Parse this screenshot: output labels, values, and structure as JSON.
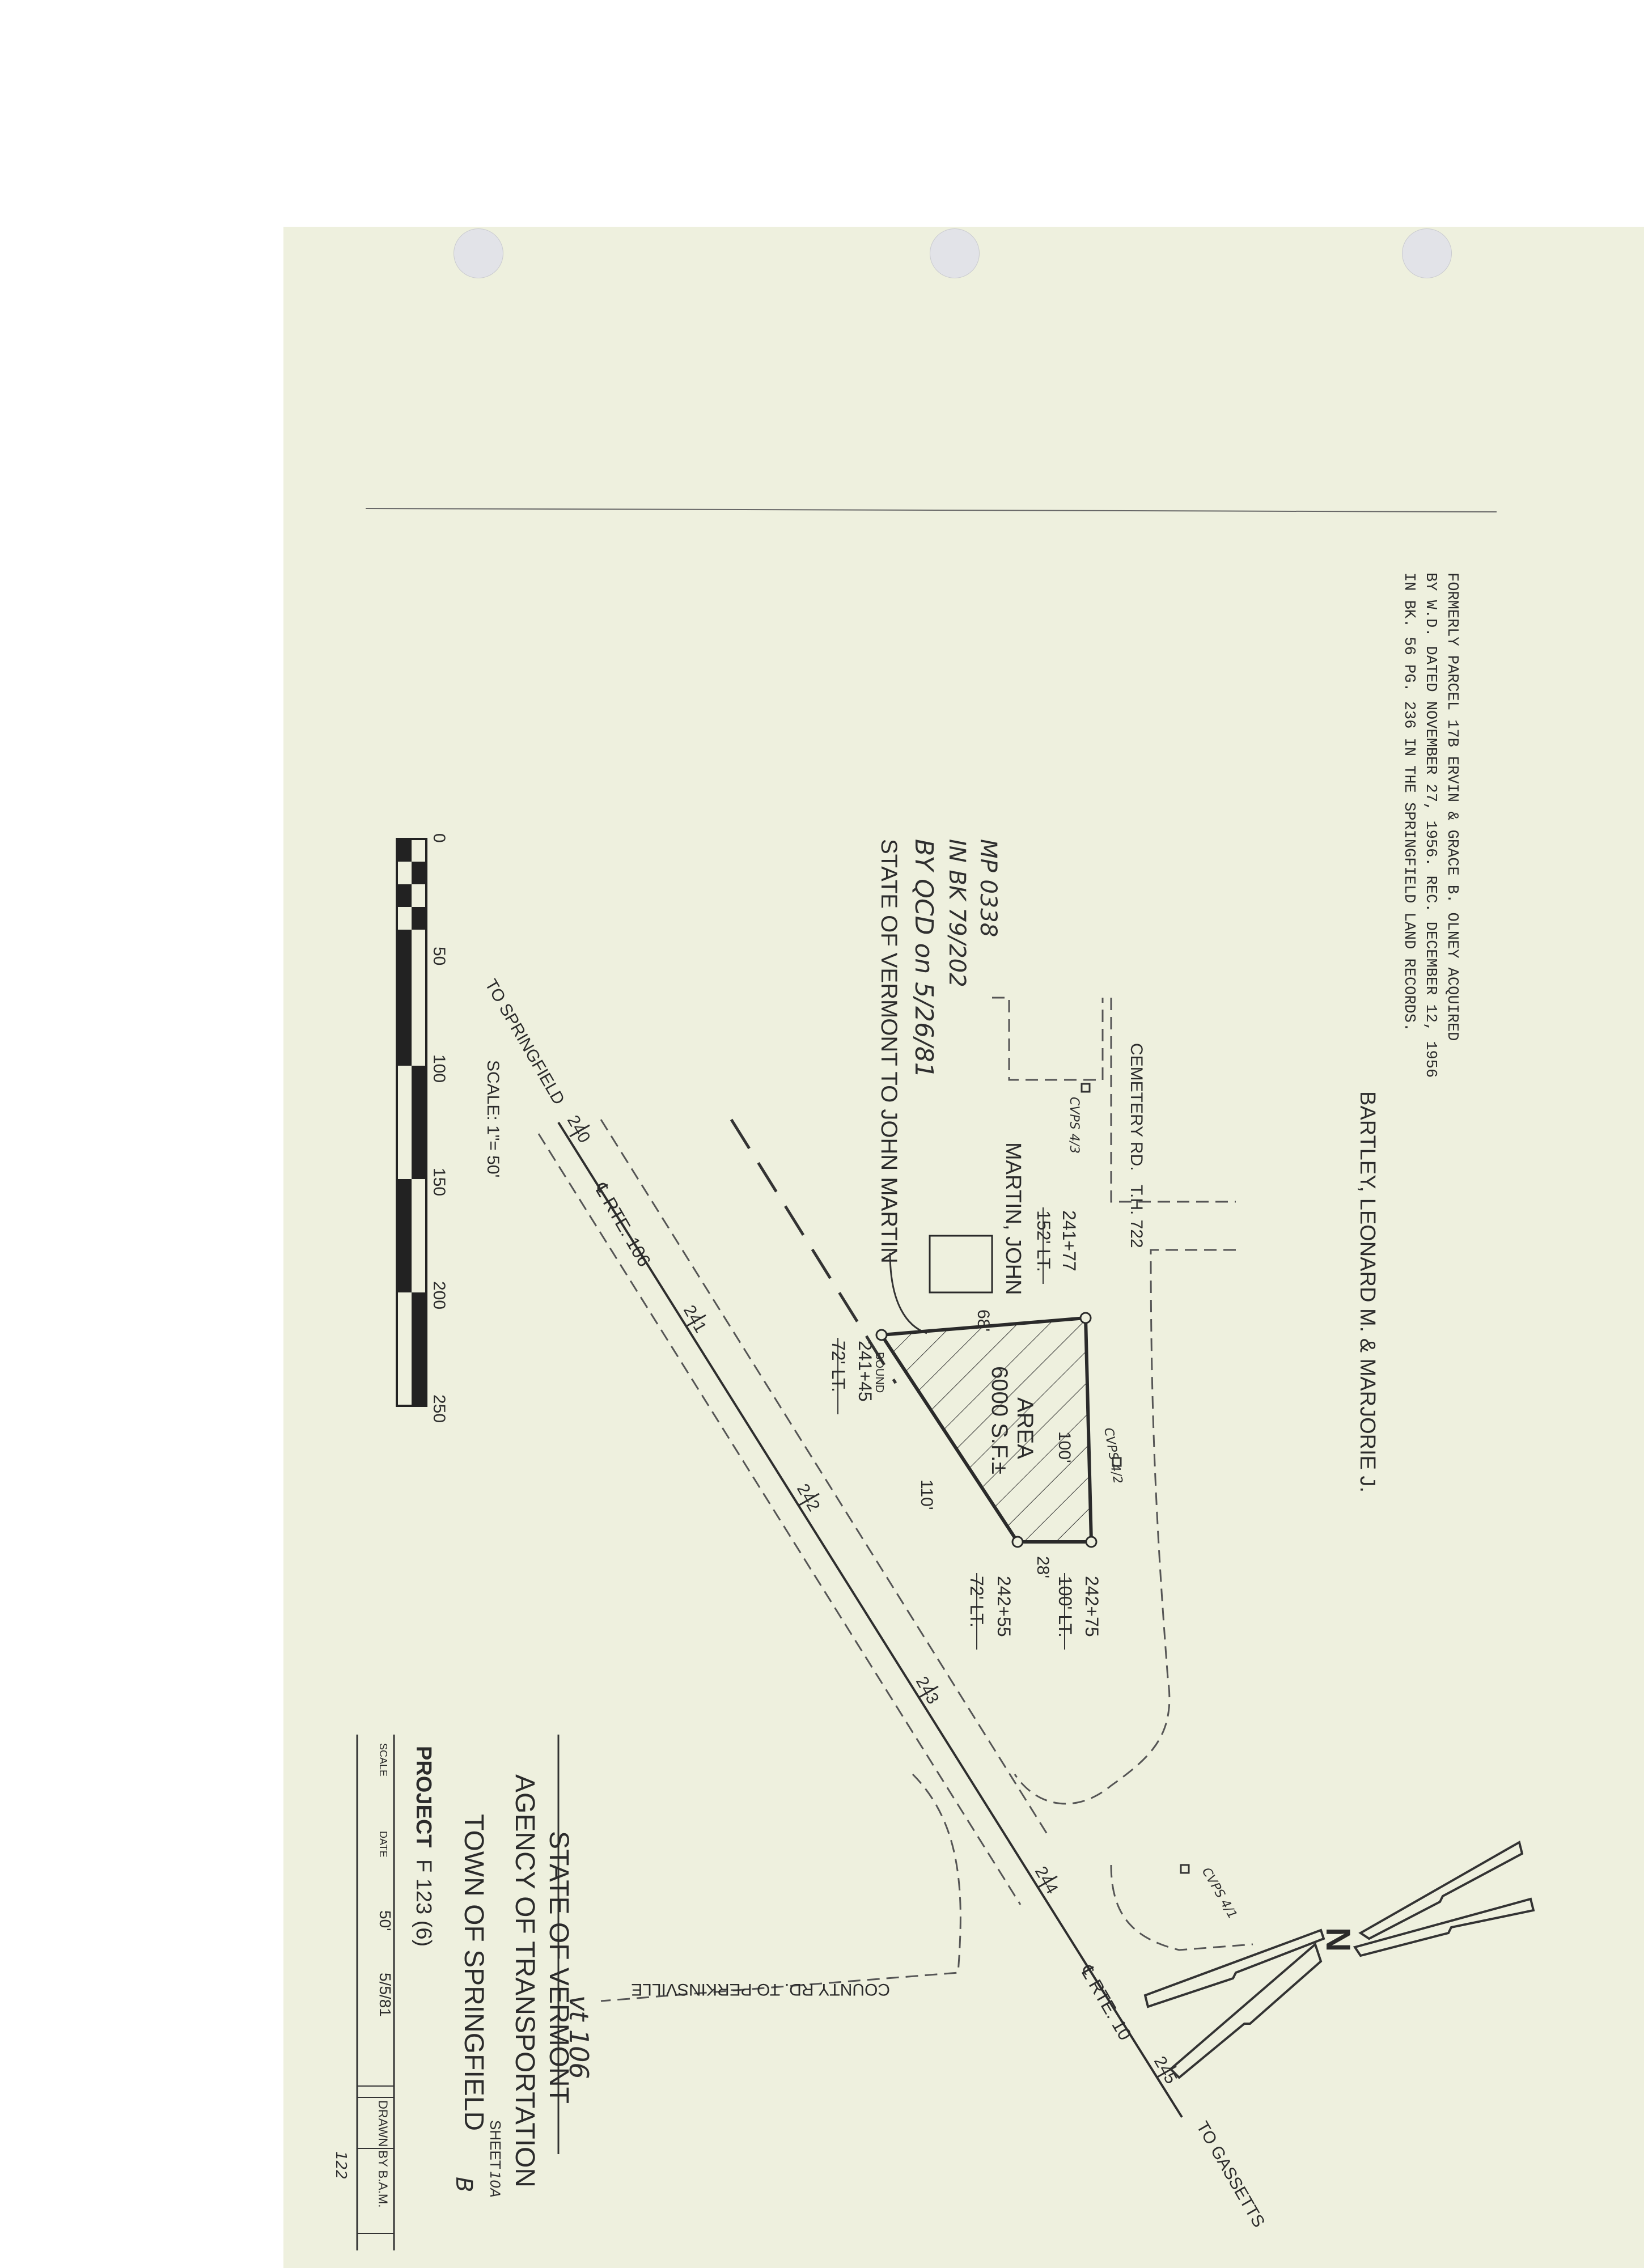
{
  "notes": {
    "former_line1": "FORMERLY PARCEL 17B ERVIN & GRACE B. OLNEY ACQUIRED",
    "former_line2": "BY W.D. DATED NOVEMBER 27, 1956. REC. DECEMBER 12, 1956",
    "former_line3": "IN BK. 56 PG. 236 IN THE SPRINGFIELD LAND RECORDS.",
    "transfer_line1": "STATE OF VERMONT TO JOHN MARTIN",
    "transfer_line2": "BY QCD on 5/26/81",
    "transfer_line3": "IN BK 79/202",
    "transfer_line4": "MP 0338"
  },
  "owners": {
    "north": "BARTLEY, LEONARD M. & MARJORIE J.",
    "parcel": "MARTIN, JOHN"
  },
  "roads": {
    "cemetery": "CEMETERY RD.",
    "th": "T.H. 722",
    "to_springfield": "TO SPRINGFIELD",
    "rte_label": "℄ RTE. 106",
    "rte_label_2": "℄ RTE. 10",
    "to_gassetts": "TO GASSETTS",
    "county": "COUNTY RD.  TO PERKINSVILLE"
  },
  "stations": {
    "s240": "240",
    "s241": "241",
    "s242": "242",
    "s243": "243",
    "s244": "244",
    "s245": "245"
  },
  "points": {
    "p1_sta": "241+77",
    "p1_off": "152' LT.",
    "p2_sta": "241+45",
    "p2_off": "72' LT.",
    "p3_sta": "242+75",
    "p3_off": "100' LT.",
    "p4_sta": "242+55",
    "p4_off": "72' LT.",
    "bound": "BOUND",
    "cvps_1": "CVPS 4/3",
    "cvps_2": "CVPS 4/2",
    "cvps_3": "CVPS 4/1"
  },
  "parcel": {
    "dim_68": "68'",
    "dim_100": "100'",
    "dim_110": "110'",
    "dim_28": "28'",
    "area_label": "AREA",
    "area_value": "6000 S.F.±"
  },
  "scale": {
    "ticks": [
      "0",
      "50",
      "100",
      "150",
      "200",
      "250"
    ],
    "label": "SCALE: 1\"= 50'"
  },
  "north_arrow": "N",
  "title_block": {
    "state": "STATE OF VERMONT",
    "agency": "AGENCY OF TRANSPORTATION",
    "sheet": "SHEET",
    "sheet_no": "10A",
    "town": "TOWN OF SPRINGFIELD",
    "project_label": "PROJECT",
    "project_no": "F 123 (6)",
    "scale_label": "SCALE",
    "scale_value": "50'",
    "date_label": "DATE",
    "date_value": "5/5/81",
    "drawn_by": "DRAWN BY B.A.M.",
    "annotation_red": "vt 106",
    "annotation_green": "B",
    "annotation_corner": "122"
  }
}
